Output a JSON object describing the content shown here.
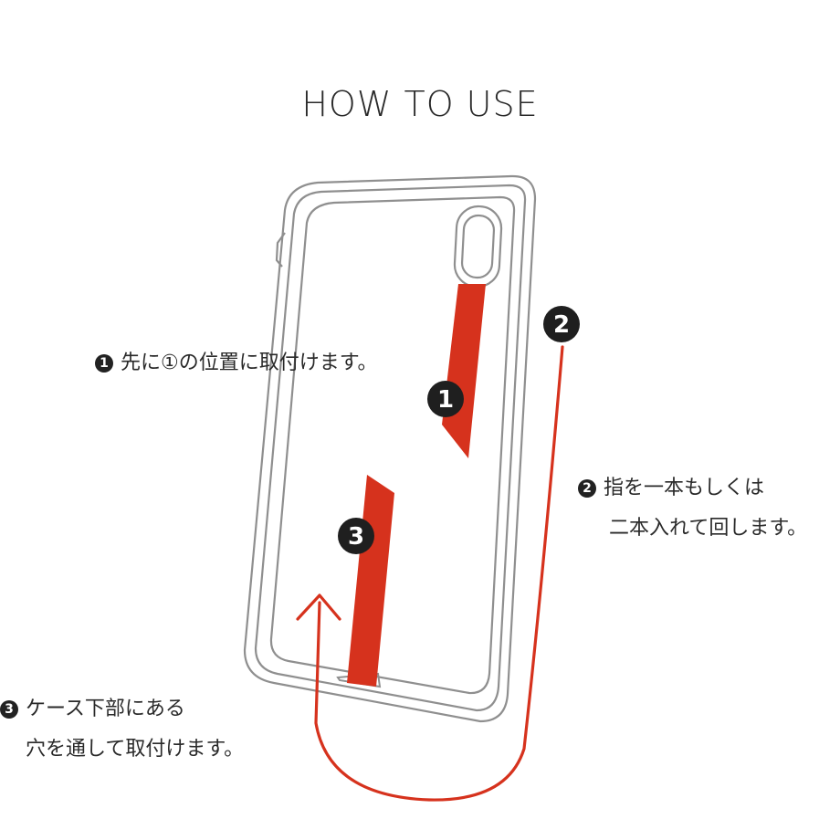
{
  "title": "HOW TO USE",
  "colors": {
    "accent": "#d6321d",
    "outline": "#8f8f8f",
    "badge": "#1f1f1f"
  },
  "steps": [
    {
      "badge": "1",
      "lines": [
        "先に①の位置に取付けます。"
      ]
    },
    {
      "badge": "2",
      "lines": [
        "指を一本もしくは",
        "二本入れて回します。"
      ]
    },
    {
      "badge": "3",
      "lines": [
        "ケース下部にある",
        "穴を通して取付けます。"
      ]
    }
  ]
}
